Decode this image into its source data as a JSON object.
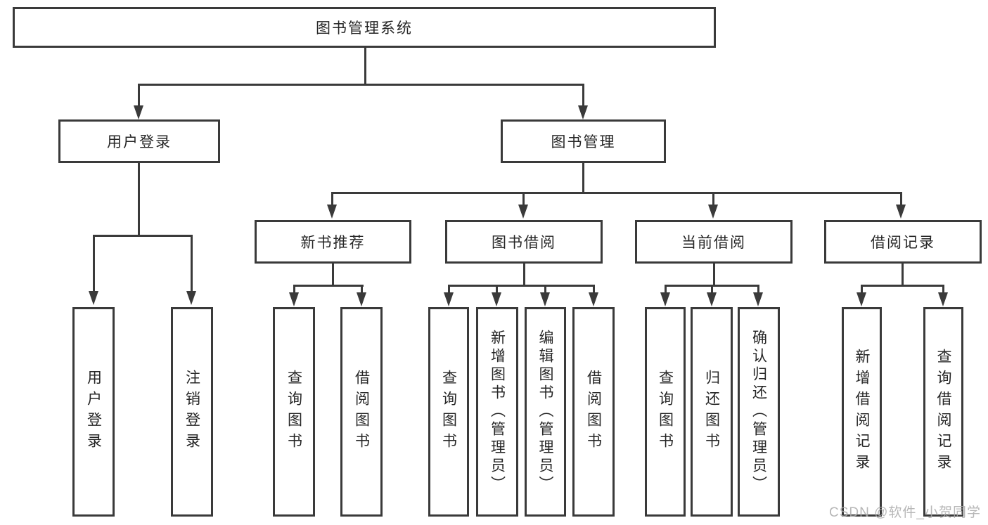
{
  "diagram": {
    "title": "图书管理系统",
    "level2": {
      "user_login": "用户登录",
      "book_mgmt": "图书管理"
    },
    "level3": {
      "new_books": "新书推荐",
      "book_borrow": "图书借阅",
      "current_borrow": "当前借阅",
      "borrow_records": "借阅记录"
    },
    "leaves": {
      "user_login": [
        "用户登录",
        "注销登录"
      ],
      "new_books": [
        "查询图书",
        "借阅图书"
      ],
      "book_borrow": [
        "查询图书",
        "新增图书（管理员）",
        "编辑图书（管理员）",
        "借阅图书"
      ],
      "current_borrow": [
        "查询图书",
        "归还图书",
        "确认归还（管理员）"
      ],
      "borrow_records": [
        "新增借阅记录",
        "查询借阅记录"
      ]
    },
    "colors": {
      "line": "#3a3a3a",
      "text": "#262626",
      "background": "#ffffff",
      "watermark": "#aaaaaa"
    },
    "watermark": "CSDN @软件_小贺同学"
  }
}
